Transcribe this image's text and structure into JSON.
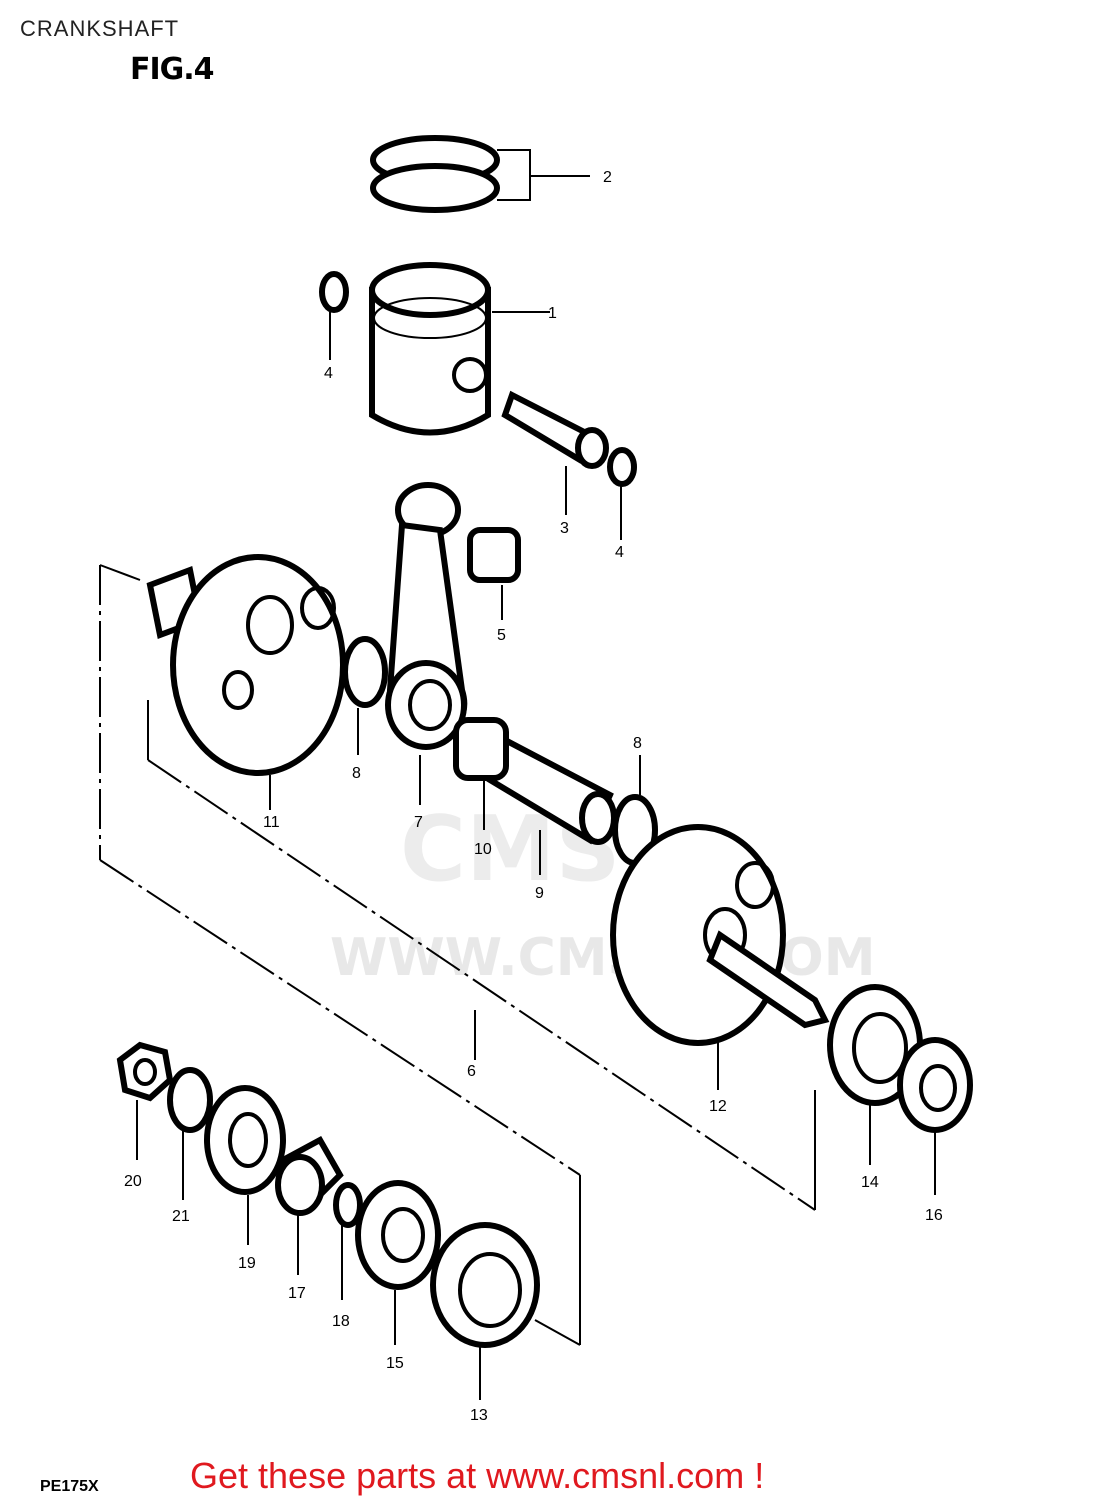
{
  "page": {
    "title": "CRANKSHAFT",
    "figure": "FIG.4",
    "model": "PE175X",
    "call_to_action": "Get these parts at www.cmsnl.com !"
  },
  "watermark": {
    "logo_text": "CMS",
    "url": "WWW.CMSNL.COM"
  },
  "callouts": {
    "c1": "1",
    "c2": "2",
    "c3": "3",
    "c4a": "4",
    "c4b": "4",
    "c5": "5",
    "c6": "6",
    "c7": "7",
    "c8a": "8",
    "c8b": "8",
    "c9": "9",
    "c10": "10",
    "c11": "11",
    "c12": "12",
    "c13": "13",
    "c14": "14",
    "c15": "15",
    "c16": "16",
    "c17": "17",
    "c18": "18",
    "c19": "19",
    "c20": "20",
    "c21": "21"
  },
  "colors": {
    "cta": "#e0191f",
    "watermark": "#e8e8e8"
  }
}
